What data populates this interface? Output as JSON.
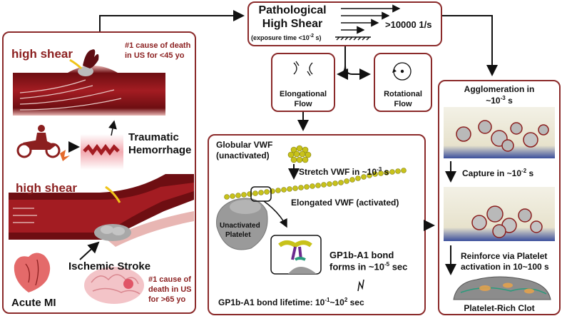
{
  "top": {
    "title_line1": "Pathological",
    "title_line2": "High Shear",
    "exposure_note": "(exposure time <10",
    "exposure_exp": "-2",
    "exposure_unit": " s)",
    "rate": ">10000 1/s"
  },
  "left": {
    "high_shear_top": "high shear",
    "cause_top_line1": "#1 cause of death",
    "cause_top_line2": "in US for <45 yo",
    "traumatic_line1": "Traumatic",
    "traumatic_line2": "Hemorrhage",
    "high_shear_mid": "high shear",
    "ischemic": "Ischemic Stroke",
    "acute_mi": "Acute MI",
    "cause_bottom_line1": "#1 cause of",
    "cause_bottom_line2": "death in US",
    "cause_bottom_line3": "for >65 yo"
  },
  "flows": {
    "elongational_line1": "Elongational",
    "elongational_line2": "Flow",
    "rotational_line1": "Rotational",
    "rotational_line2": "Flow"
  },
  "center": {
    "globular_line1": "Globular VWF",
    "globular_line2": "(unactivated)",
    "stretch": "Stretch VWF in ~10",
    "stretch_exp": "-3",
    "stretch_unit": " s",
    "elongated": "Elongated VWF (activated)",
    "unactivated_line1": "Unactivated",
    "unactivated_line2": "Platelet",
    "bond_line1": "GP1b-A1 bond",
    "bond_line2": "forms in ~10",
    "bond_exp": "-5",
    "bond_unit": " sec",
    "lifetime": "GP1b-A1 bond lifetime: 10",
    "lifetime_exp1": "-1",
    "lifetime_mid": "~10",
    "lifetime_exp2": "2",
    "lifetime_unit": " sec"
  },
  "right": {
    "agglom_line1": "Agglomeration in",
    "agglom_line2": "~10",
    "agglom_exp": "-3",
    "agglom_unit": " s",
    "capture": "Capture in ~10",
    "capture_exp": "-2",
    "capture_unit": " s",
    "reinforce_line1": "Reinforce via Platelet",
    "reinforce_line2": "activation in 10~100 s",
    "clot": "Platelet-Rich Clot"
  },
  "colors": {
    "border": "#8b2a2a",
    "vessel_dark": "#6e0e12",
    "vessel_mid": "#a31c22",
    "vwf": "#c8c21a",
    "platelet": "#9a9a9a",
    "text_red": "#8b1f1f"
  }
}
